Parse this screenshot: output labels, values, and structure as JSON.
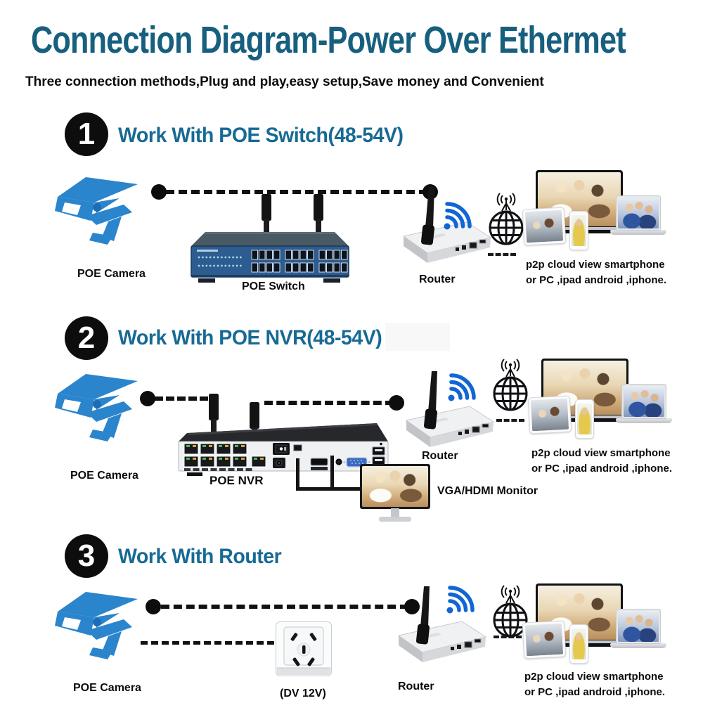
{
  "page": {
    "title": "Connection Diagram-Power Over Ethermet",
    "subtitle": "Three connection methods,Plug and play,easy setup,Save money and Convenient"
  },
  "colors": {
    "title_teal": "#175f7e",
    "heading_blue": "#176a94",
    "camera_blue": "#2b85cd",
    "wifi_blue": "#1166d4",
    "switch_front_blue": "#2d5c90",
    "line_black": "#111111"
  },
  "captions": {
    "p2p_line1": "p2p cloud view smartphone",
    "p2p_line2": "or PC ,ipad android ,iphone."
  },
  "sections": [
    {
      "number": "1",
      "heading": "Work With POE Switch(48-54V)",
      "camera_label": "POE Camera",
      "device_label": "POE Switch",
      "router_label": "Router"
    },
    {
      "number": "2",
      "heading": "Work With POE NVR(48-54V)",
      "camera_label": "POE Camera",
      "device_label": "POE NVR",
      "router_label": "Router",
      "monitor_label": "VGA/HDMI Monitor"
    },
    {
      "number": "3",
      "heading": "Work With Router",
      "camera_label": "POE Camera",
      "socket_label": "(DV 12V)",
      "router_label": "Router"
    }
  ]
}
